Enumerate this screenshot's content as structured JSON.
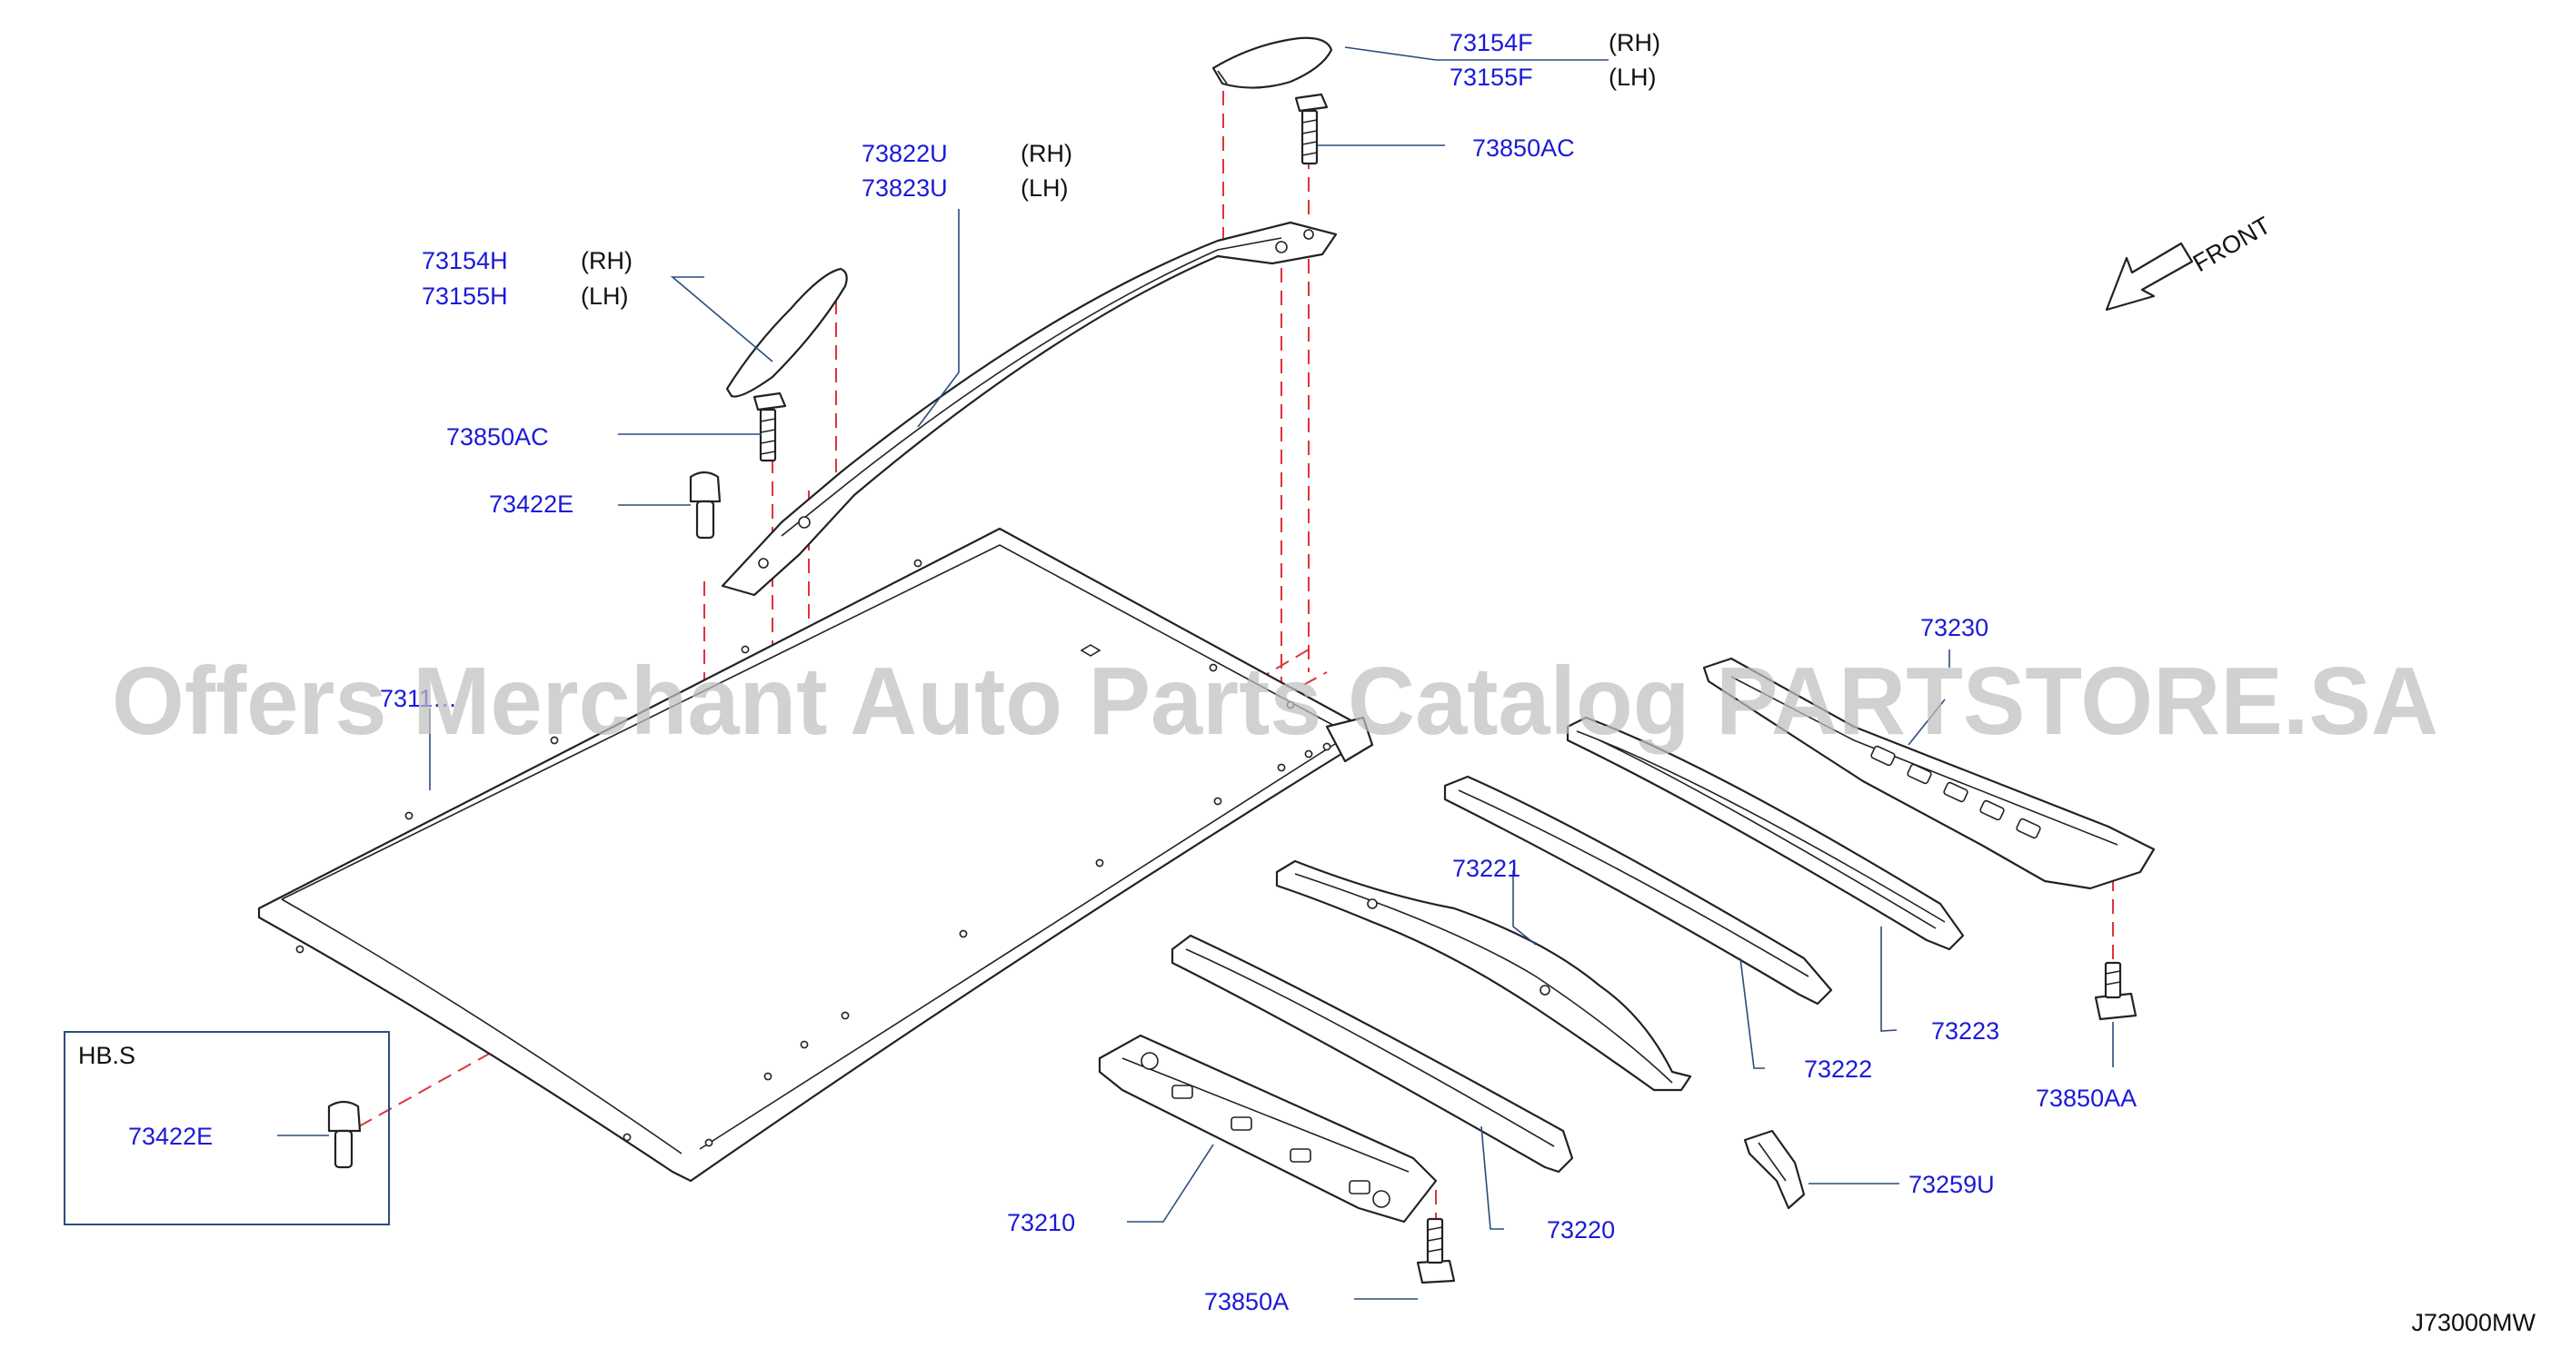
{
  "diagram_code": "J73000MW",
  "front_label": "FRONT",
  "watermark": "Offers Merchant Auto Parts Catalog PARTSTORE.SA",
  "inset_box": {
    "title": "HB.S",
    "part": "73422E"
  },
  "side_labels": {
    "rh": "(RH)",
    "lh": "(LH)"
  },
  "parts": {
    "roof_panel": "7311…",
    "end_cap_front": {
      "rh": "73154F",
      "lh": "73155F"
    },
    "bolt_top": "73850AC",
    "roof_rail": {
      "rh": "73822U",
      "lh": "73823U"
    },
    "end_cap_rear": {
      "rh": "73154H",
      "lh": "73155H"
    },
    "bolt_mid": "73850AC",
    "clip": "73422E",
    "bow_rear_panel": "73230",
    "bow_rear": "73223",
    "bow_center": "73222",
    "bow_center_front": "73221",
    "bow_front": "73220",
    "rail_front": "73210",
    "bolt_front": "73850A",
    "bolt_rear": "73850AA",
    "bracket": "73259U"
  },
  "colors": {
    "part_number_text": "#1a1ad8",
    "dashed_lines": "#e0333d",
    "leader_lines": "#2a4d7e",
    "watermark": "#bfbfbf"
  }
}
